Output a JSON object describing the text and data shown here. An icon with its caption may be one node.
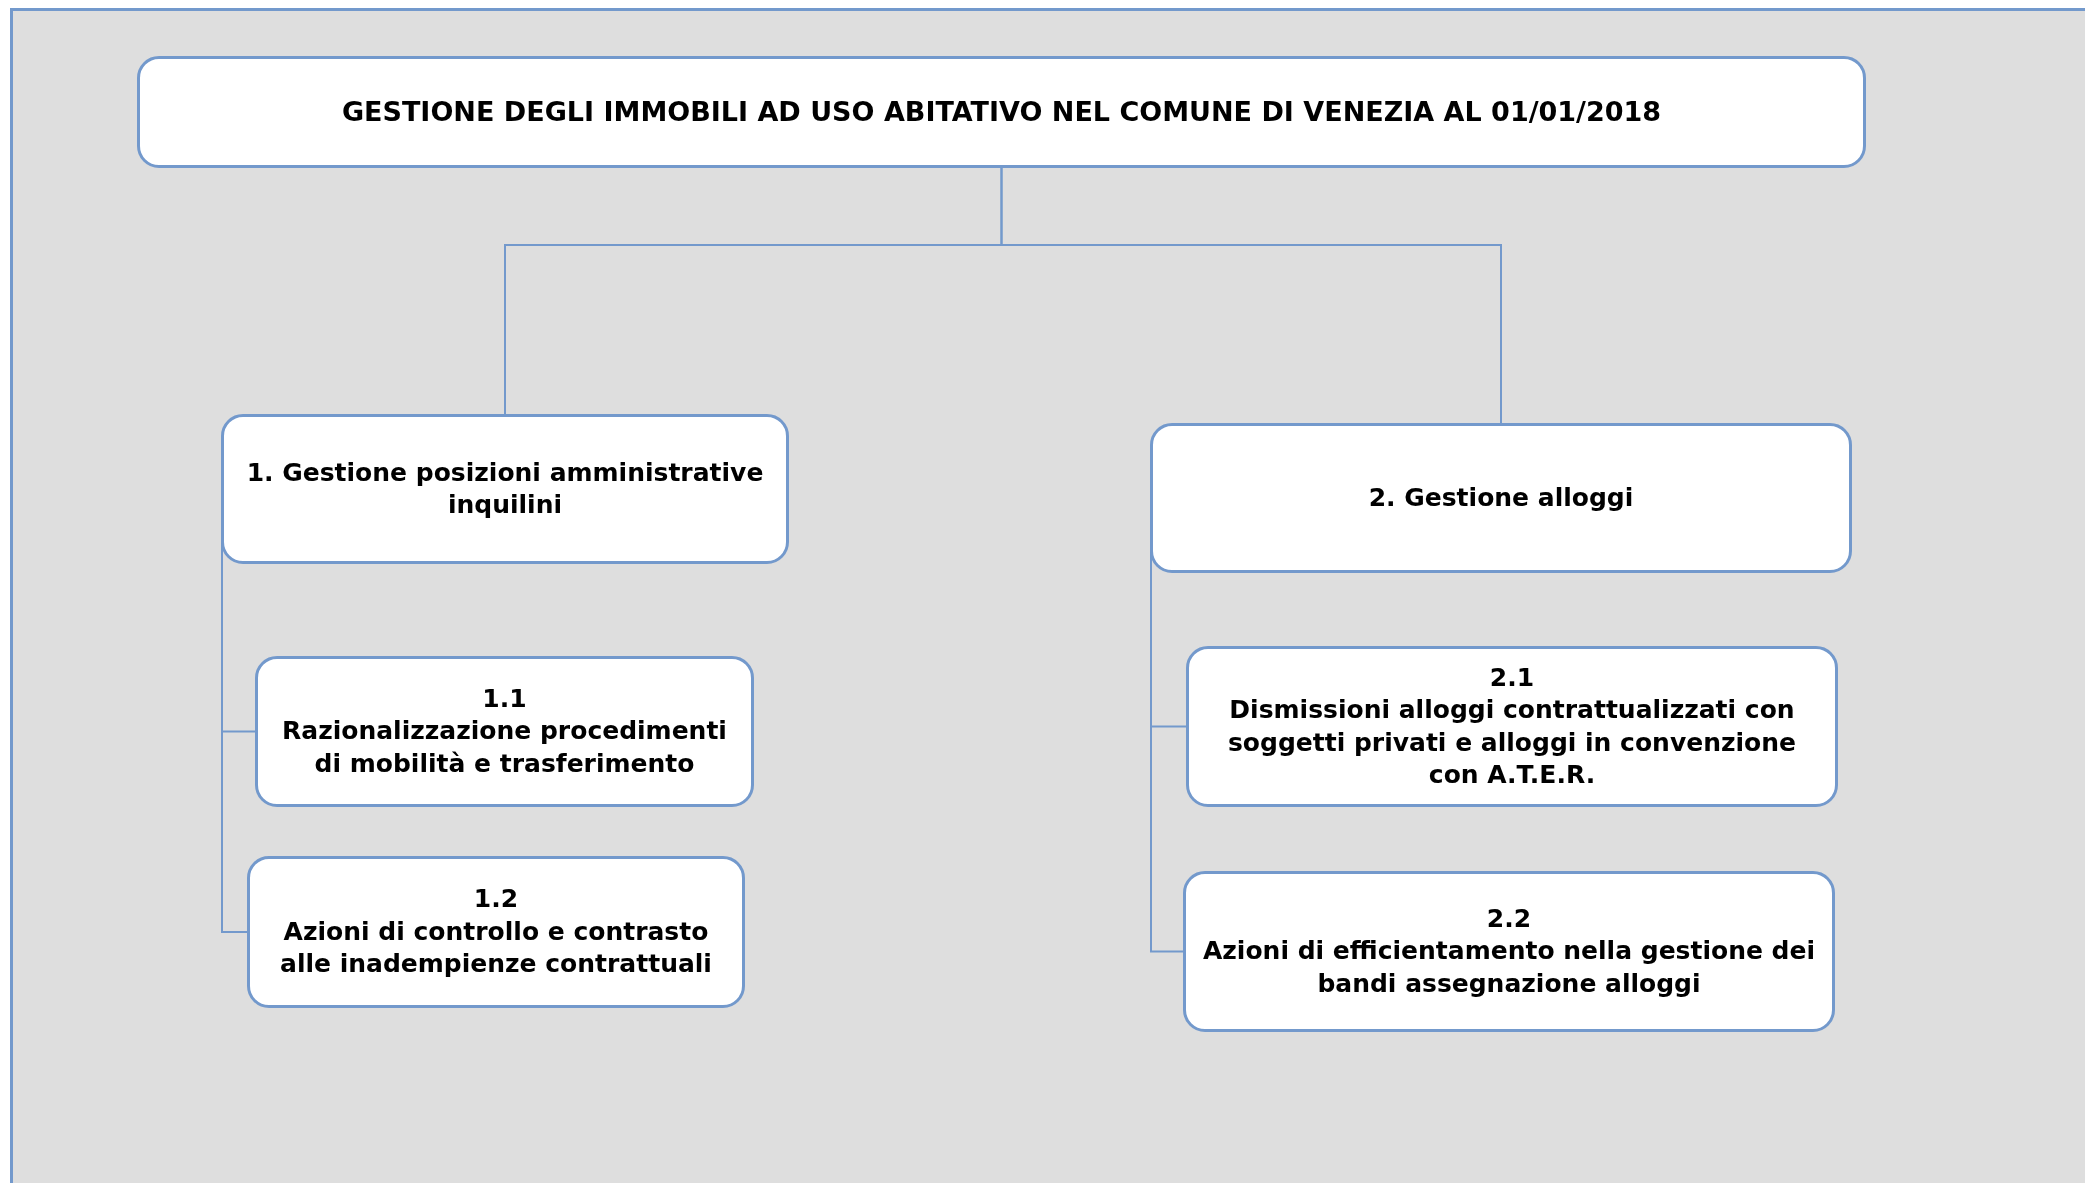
{
  "diagram": {
    "nodes": [
      {
        "text": [
          "GESTIONE DEGLI IMMOBILI AD USO ABITATIVO NEL COMUNE DI VENEZIA AL 01/01/2018"
        ]
      },
      {
        "text": [
          "1. Gestione posizioni amministrative inquilini"
        ]
      },
      {
        "text": [
          "2. Gestione alloggi"
        ]
      },
      {
        "text": [
          "1.1",
          "Razionalizzazione procedimenti di mobilità e trasferimento"
        ]
      },
      {
        "text": [
          "1.2",
          "Azioni di controllo e contrasto alle inadempienze contrattuali"
        ]
      },
      {
        "text": [
          "2.1",
          "Dismissioni alloggi contrattualizzati con soggetti privati e alloggi in convenzione con A.T.E.R."
        ]
      },
      {
        "text": [
          "2.2",
          "Azioni di efficientamento nella gestione dei bandi assegnazione alloggi"
        ]
      }
    ],
    "edges": [
      {
        "from": 0,
        "to": 1,
        "arrow": "none"
      },
      {
        "from": 0,
        "to": 2,
        "arrow": "none"
      },
      {
        "from": 1,
        "to": 3,
        "arrow": "none"
      },
      {
        "from": 1,
        "to": 4,
        "arrow": "none"
      },
      {
        "from": 2,
        "to": 5,
        "arrow": "none"
      },
      {
        "from": 2,
        "to": 6,
        "arrow": "none"
      }
    ]
  }
}
